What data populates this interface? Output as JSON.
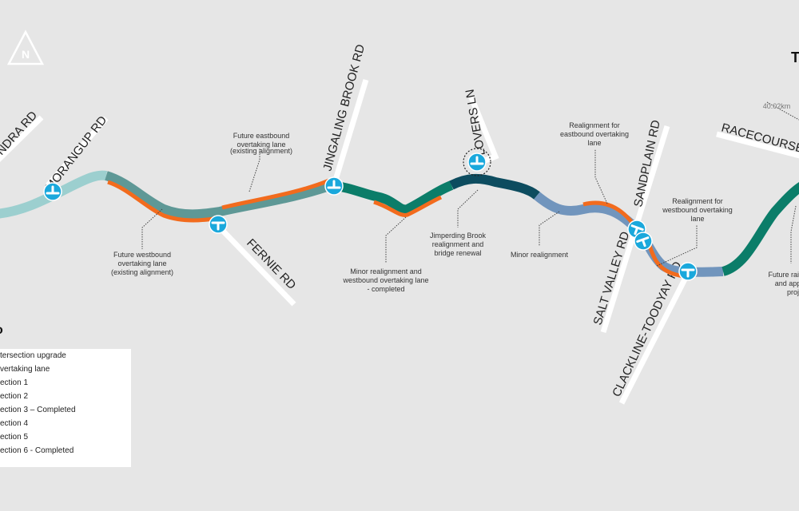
{
  "north_label": "N",
  "roads": {
    "andra": "NDRA RD",
    "morangup": "MORANGUP RD",
    "fernie": "FERNIE RD",
    "jingaling": "JINGALING BROOK RD",
    "lovers": "LOVERS LN",
    "sandplain": "SANDPLAIN RD",
    "salt_valley": "SALT VALLEY RD",
    "clackline": "CLACKLINE-TOODYAY RD",
    "racecourse": "RACECOURSE R"
  },
  "annotations": {
    "a1": [
      "Future westbound",
      "overtaking lane",
      "(existing alignment)"
    ],
    "a2": [
      "Future eastbound",
      "overtaking lane",
      "(existing alignment)"
    ],
    "a3": [
      "Minor realignment and",
      "westbound overtaking lane",
      "- completed"
    ],
    "a4": [
      "Jimperding Brook",
      "realignment and",
      "bridge renewal"
    ],
    "a5": [
      "Minor realignment"
    ],
    "a6": [
      "Realignment for",
      "eastbound overtaking",
      "lane"
    ],
    "a7": [
      "Realignment for",
      "westbound overtaking",
      "lane"
    ],
    "a8": [
      "Future railw",
      "and appro",
      "proje"
    ],
    "distance": "40.02km"
  },
  "town_label": "T",
  "legend": {
    "heading": "o",
    "items": [
      "tersection upgrade",
      "vertaking lane",
      "ection 1",
      "ection 2",
      "ection 3 – Completed",
      "ection 4",
      "ection 5",
      "ection 6 - Completed"
    ]
  },
  "colors": {
    "background": "#e6e6e6",
    "section_light_teal": "#9ccfcf",
    "section_grey_teal": "#5e9896",
    "section_green": "#0b7d69",
    "section_dark_teal": "#0d4c5f",
    "section_blue_grey": "#7195bd",
    "overtaking_lane": "#f26b1d",
    "intersection": "#1aa8dc"
  }
}
